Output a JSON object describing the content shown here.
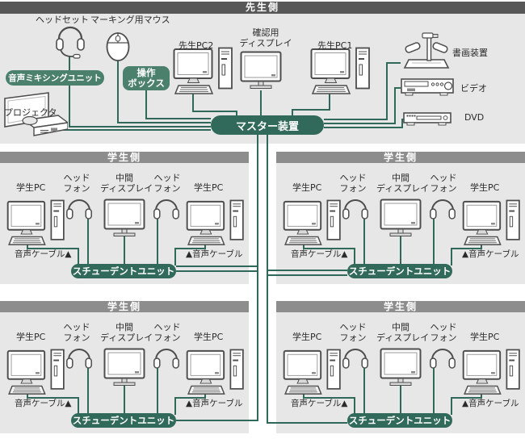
{
  "teacher_section": {
    "header": "先生側",
    "devices": {
      "headset": "ヘッドセット",
      "marking_mouse": "マーキング用マウス",
      "audio_mixing_unit": "音声ミキシングユニット",
      "operation_box_line1": "操作",
      "operation_box_line2": "ボックス",
      "projector": "プロジェクタ",
      "teacher_pc2": "先生PC2",
      "confirmation_display_line1": "確認用",
      "confirmation_display_line2": "ディスプレイ",
      "teacher_pc1": "先生PC1",
      "document_camera": "書画装置",
      "video": "ビデオ",
      "dvd": "DVD",
      "master_unit": "マスター装置"
    }
  },
  "student_section": {
    "header": "学生側",
    "quadrant_count": 4,
    "labels": {
      "student_pc": "学生PC",
      "headphone_line1": "ヘッド",
      "headphone_line2": "フォン",
      "intermediate_display_line1": "中間",
      "intermediate_display_line2": "ディスプレイ",
      "audio_cable_left": "音声ケーブル▲",
      "audio_cable_right": "▲音声ケーブル",
      "student_unit": "スチューデントユニット"
    }
  },
  "icons": {
    "headset-icon": "headset",
    "mouse-icon": "marking mouse",
    "projector-icon": "projector",
    "desktop-pc-icon": "desktop pc with monitor, keyboard and tower",
    "monitor-icon": "display monitor",
    "document-camera-icon": "document camera",
    "vcr-icon": "video deck",
    "dvd-player-icon": "dvd player",
    "headphone-icon": "headphones"
  },
  "colors": {
    "teacher_header_bg": "#575757",
    "student_header_bg": "#8d8d8d",
    "section_bg": "#e7e7e7",
    "badge_green": "#4a806c",
    "pill_dark_green": "#31695a",
    "wire_green": "#30695a",
    "header_text": "#ffffff",
    "label_text": "#2b2b2b"
  }
}
